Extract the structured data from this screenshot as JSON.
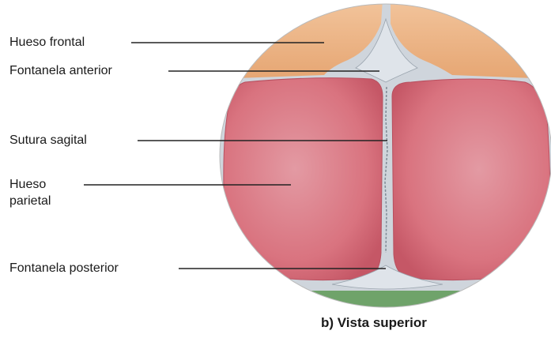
{
  "labels": {
    "frontal": "Hueso frontal",
    "anterior_fontanel": "Fontanela anterior",
    "sagittal_suture": "Sutura sagital",
    "parietal_line1": "Hueso",
    "parietal_line2": "parietal",
    "posterior_fontanel": "Fontanela posterior"
  },
  "caption": "b) Vista superior",
  "colors": {
    "frontal_bone": "#ecb486",
    "parietal_bone": "#d9737f",
    "fontanel": "#c9d0d8",
    "occipital_bone": "#6fa36a"
  }
}
